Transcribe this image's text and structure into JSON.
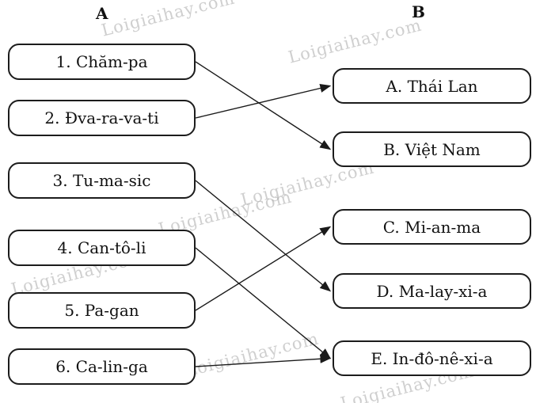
{
  "diagram": {
    "column_a": {
      "header": "A",
      "items": [
        {
          "id": "1",
          "label": "1. Chăm-pa"
        },
        {
          "id": "2",
          "label": "2. Đva-ra-va-ti"
        },
        {
          "id": "3",
          "label": "3. Tu-ma-sic"
        },
        {
          "id": "4",
          "label": "4. Can-tô-li"
        },
        {
          "id": "5",
          "label": "5. Pa-gan"
        },
        {
          "id": "6",
          "label": "6. Ca-lin-ga"
        }
      ]
    },
    "column_b": {
      "header": "B",
      "items": [
        {
          "id": "A",
          "label": "A. Thái Lan"
        },
        {
          "id": "B",
          "label": "B. Việt Nam"
        },
        {
          "id": "C",
          "label": "C. Mi-an-ma"
        },
        {
          "id": "D",
          "label": "D. Ma-lay-xi-a"
        },
        {
          "id": "E",
          "label": "E. In-đô-nê-xi-a"
        }
      ]
    },
    "connections": [
      {
        "from": "1",
        "to": "B"
      },
      {
        "from": "2",
        "to": "A"
      },
      {
        "from": "3",
        "to": "D"
      },
      {
        "from": "4",
        "to": "E"
      },
      {
        "from": "5",
        "to": "C"
      },
      {
        "from": "6",
        "to": "E"
      }
    ],
    "watermark": "Loigiaihay.com",
    "colors": {
      "box_border": "#1c1c1c",
      "arrow": "#1a1a1a",
      "watermark": "#a9a9a9"
    }
  }
}
